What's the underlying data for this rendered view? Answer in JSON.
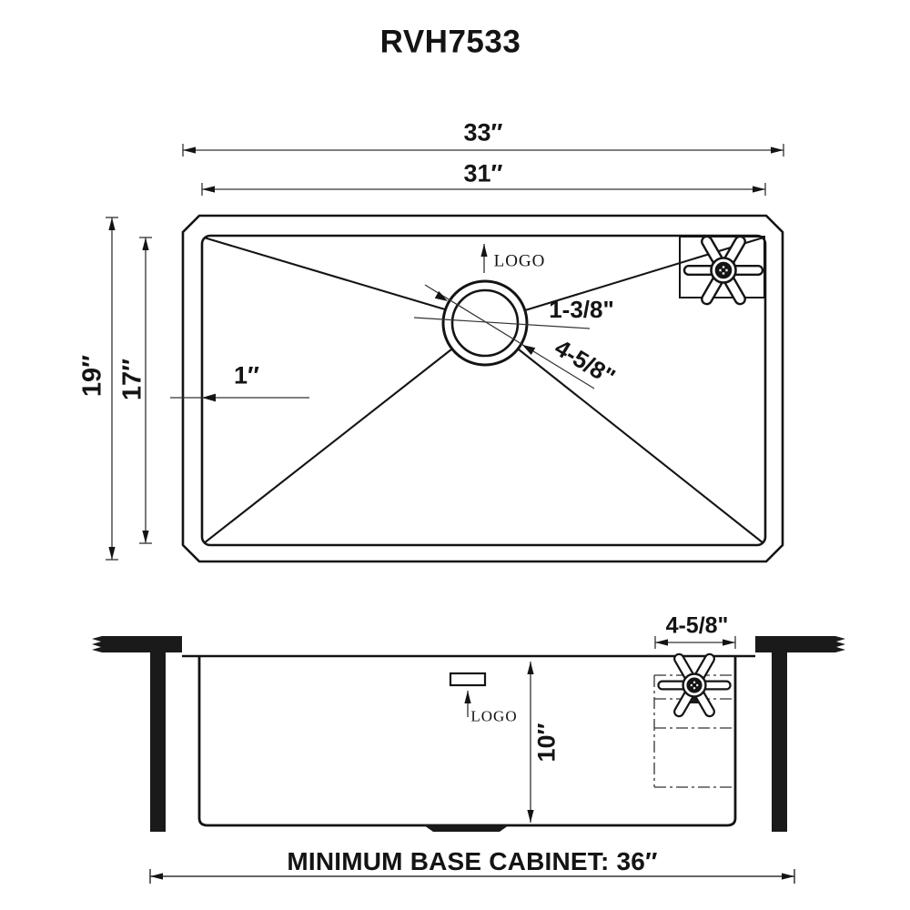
{
  "title": "RVH7533",
  "top_view": {
    "overall_width": "33″",
    "bowl_width": "31″",
    "overall_depth": "19″",
    "bowl_depth": "17″",
    "corner_radius": "1″",
    "drain_opening": "1-3/8\"",
    "drain_flange": "4-5/8\"",
    "logo_label": "LOGO"
  },
  "front_view": {
    "faucet_deck_width": "4-5/8\"",
    "bowl_height": "10″",
    "logo_label": "LOGO",
    "cabinet_note": "MINIMUM BASE CABINET: 36″"
  }
}
